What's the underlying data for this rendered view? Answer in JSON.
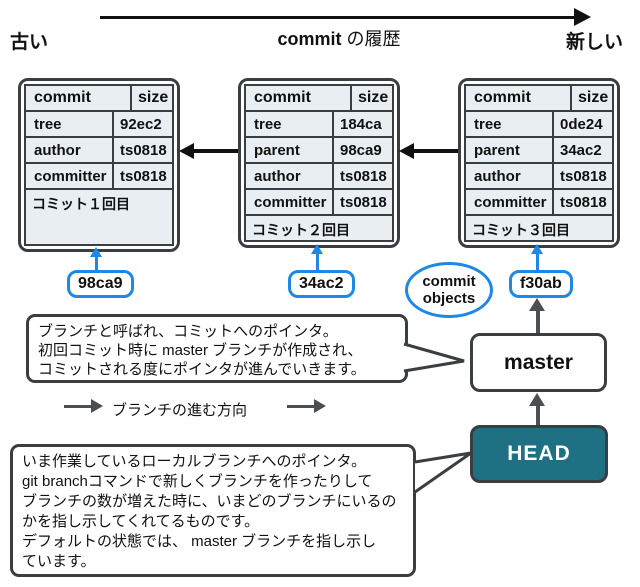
{
  "timeline": {
    "old_label": "古い",
    "title_en": "commit",
    "title_ja": " の履歴",
    "new_label": "新しい"
  },
  "tables": [
    {
      "header": [
        "commit",
        "size"
      ],
      "rows": [
        [
          "tree",
          "92ec2"
        ],
        [
          "author",
          "ts0818"
        ],
        [
          "committer",
          "ts0818"
        ]
      ],
      "comment": "コミット１回目"
    },
    {
      "header": [
        "commit",
        "size"
      ],
      "rows": [
        [
          "tree",
          "184ca"
        ],
        [
          "parent",
          "98ca9"
        ],
        [
          "author",
          "ts0818"
        ],
        [
          "committer",
          "ts0818"
        ]
      ],
      "comment": "コミット２回目"
    },
    {
      "header": [
        "commit",
        "size"
      ],
      "rows": [
        [
          "tree",
          "0de24"
        ],
        [
          "parent",
          "34ac2"
        ],
        [
          "author",
          "ts0818"
        ],
        [
          "committer",
          "ts0818"
        ]
      ],
      "comment": "コミット３回目"
    }
  ],
  "pointers": {
    "hash1": "98ca9",
    "hash2": "34ac2",
    "hash3": "f30ab",
    "commit_objects": "commit objects"
  },
  "branch": {
    "master_label": "master",
    "head_label": "HEAD",
    "direction_label": "ブランチの進む方向"
  },
  "bubbles": {
    "branch_note": [
      "ブランチと呼ばれ、コミットへのポインタ。",
      "初回コミット時に master ブランチが作成され、",
      "コミットされる度にポインタが進んでいきます。"
    ],
    "head_note": [
      "いま作業しているローカルブランチへのポインタ。",
      "git branchコマンドで新しくブランチを作ったりして",
      "ブランチの数が増えた時に、いまどのブランチにいるの",
      "かを指し示してくれてるものです。",
      "デフォルトの状態では、 master ブランチを指し示し",
      "ています。"
    ]
  },
  "colors": {
    "accent_blue": "#1e88e5",
    "teal": "#1f7082",
    "table_fill": "#e9eef2",
    "border_dark": "#3a3e42",
    "arrow_gray": "#4b4f53"
  }
}
